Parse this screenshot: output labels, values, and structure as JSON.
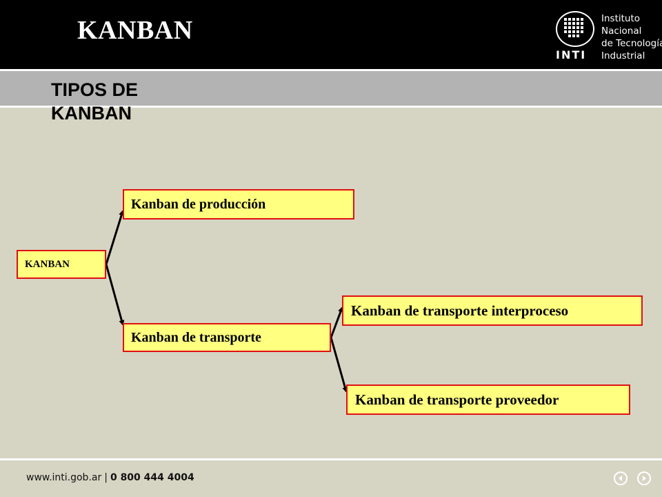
{
  "header": {
    "title": "KANBAN",
    "logo": {
      "abbr": "INTI",
      "lines": [
        "Instituto",
        "Nacional",
        "de Tecnología",
        "Industrial"
      ],
      "icon": "inti-logo-icon"
    }
  },
  "subtitle": "TIPOS DE KANBAN",
  "diagram": {
    "root": "KANBAN",
    "production": "Kanban de producción",
    "transport": "Kanban de transporte",
    "interprocess": "Kanban de transporte interproceso",
    "supplier": "Kanban de transporte proveedor"
  },
  "footer": {
    "url": "www.inti.gob.ar",
    "separator": "|",
    "phone": "0 800 444 4004"
  },
  "nav": {
    "prev_icon": "prev-slide-icon",
    "next_icon": "next-slide-icon"
  },
  "colors": {
    "box_fill": "#ffff80",
    "box_border": "#e01010",
    "background": "#d6d5c4",
    "header": "#000000",
    "subbar": "#b3b3b3"
  }
}
